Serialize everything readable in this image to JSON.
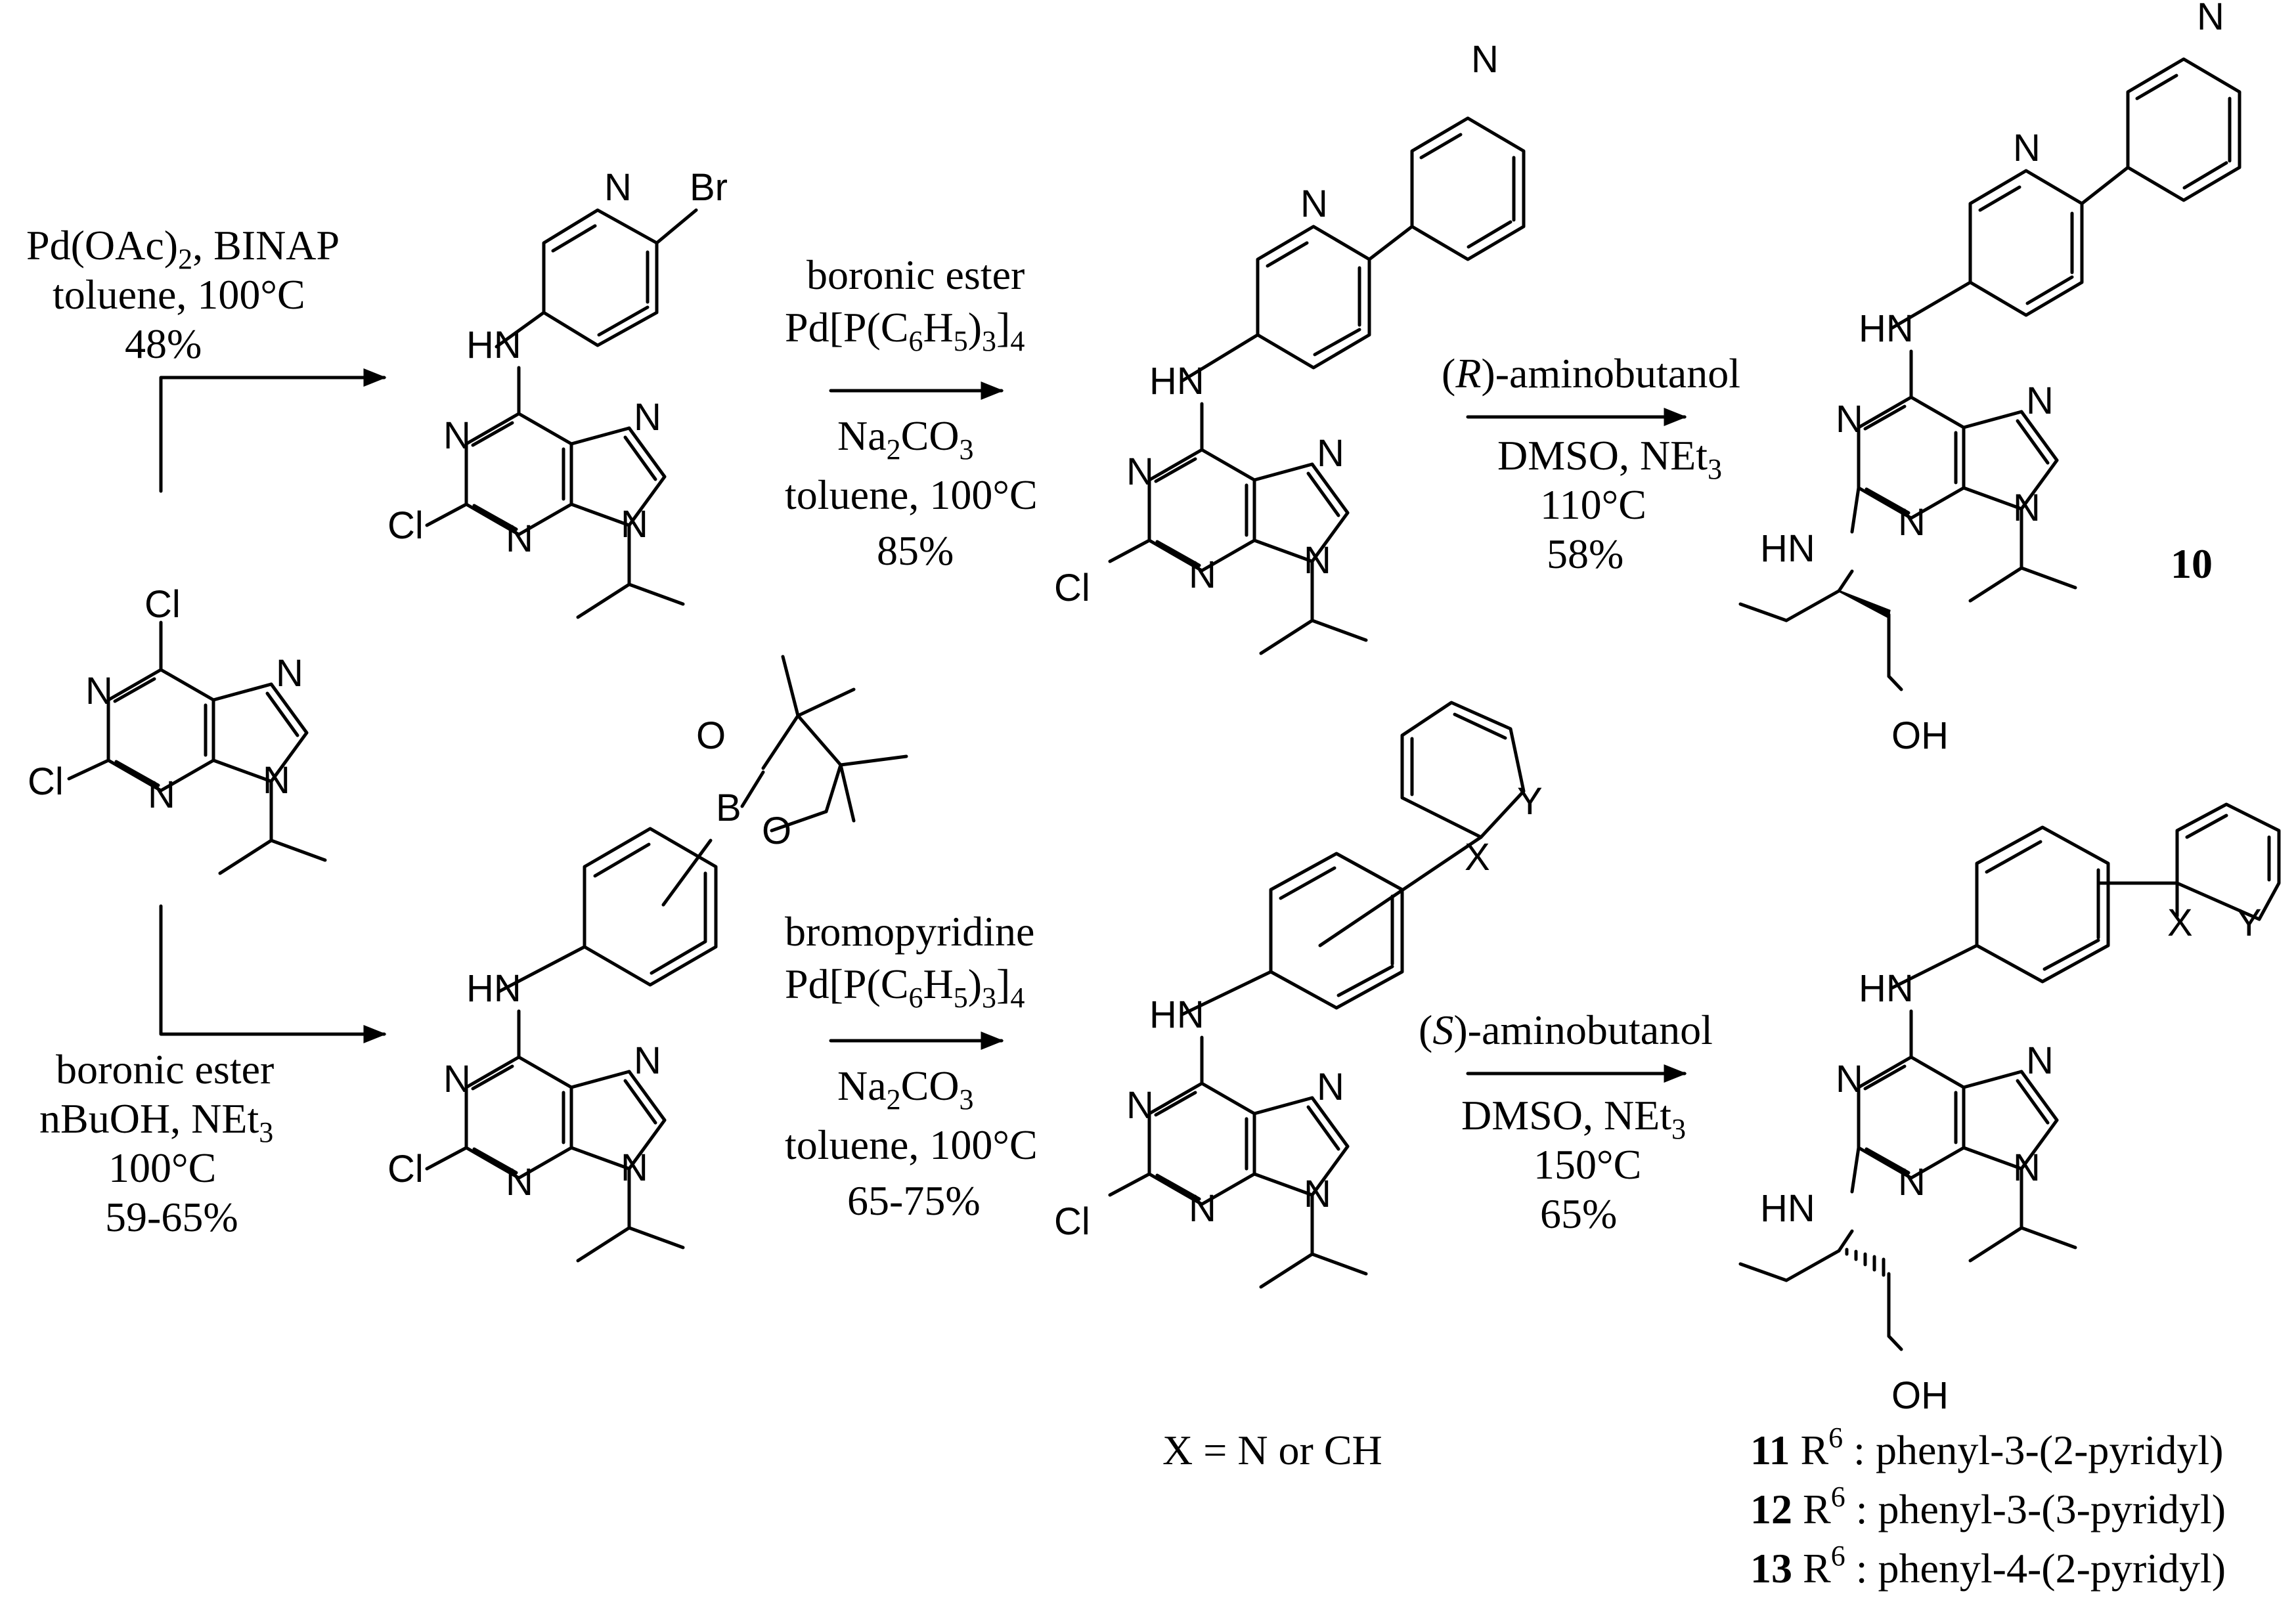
{
  "atoms": {
    "N": "N",
    "Cl": "Cl",
    "Br": "Br",
    "HN": "HN",
    "OH": "OH",
    "O": "O",
    "B": "B",
    "X": "X",
    "Y": "Y"
  },
  "step1_top": {
    "l1_a": "Pd(OAc)",
    "l1_sub": "2",
    "l1_b": ", BINAP",
    "l2": "toluene, 100°C",
    "l3": "48%"
  },
  "step1_bottom": {
    "l1": "boronic ester",
    "l2_a": "nBuOH, NEt",
    "l2_sub": "3",
    "l3": "100°C",
    "l4": "59-65%"
  },
  "step2_top": {
    "l1": "boronic ester",
    "l2_a": "Pd[P(C",
    "l2_s1": "6",
    "l2_b": "H",
    "l2_s2": "5",
    "l2_c": ")",
    "l2_s3": "3",
    "l2_d": "]",
    "l2_s4": "4",
    "l3_a": "Na",
    "l3_s1": "2",
    "l3_b": "CO",
    "l3_s2": "3",
    "l4": "toluene, 100°C",
    "l5": "85%"
  },
  "step2_bottom": {
    "l1": "bromopyridine",
    "l2_a": "Pd[P(C",
    "l2_s1": "6",
    "l2_b": "H",
    "l2_s2": "5",
    "l2_c": ")",
    "l2_s3": "3",
    "l2_d": "]",
    "l2_s4": "4",
    "l3_a": "Na",
    "l3_s1": "2",
    "l3_b": "CO",
    "l3_s2": "3",
    "l4": "toluene, 100°C",
    "l5": "65-75%"
  },
  "step3_top": {
    "l1_p1": "(",
    "l1_stereo": "R",
    "l1_p2": ")-aminobutanol",
    "l2_a": "DMSO, NEt",
    "l2_sub": "3",
    "l3": "110°C",
    "l4": "58%"
  },
  "step3_bottom": {
    "l1_p1": "(",
    "l1_stereo": "S",
    "l1_p2": ")-aminobutanol",
    "l2_a": "DMSO, NEt",
    "l2_sub": "3",
    "l3": "150°C",
    "l4": "65%"
  },
  "compound_10": "10",
  "xn_note": "X = N or CH",
  "products": [
    {
      "num": "11",
      "r": "R",
      "sup": "6",
      "desc": " : phenyl-3-(2-pyridyl)"
    },
    {
      "num": "12",
      "r": "R",
      "sup": "6",
      "desc": " : phenyl-3-(3-pyridyl)"
    },
    {
      "num": "13",
      "r": "R",
      "sup": "6",
      "desc": " : phenyl-4-(2-pyridyl)"
    }
  ]
}
